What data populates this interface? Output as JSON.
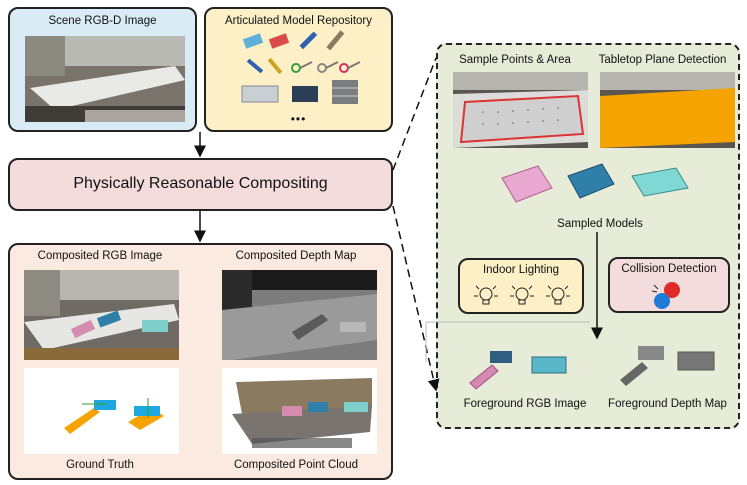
{
  "colors": {
    "scene_panel": "#d9ecf5",
    "repo_panel": "#fdf0c7",
    "compositing_box": "#f5dcdc",
    "output_panel": "#fbeadf",
    "detail_panel": "#e6ecd8",
    "lighting_box": "#fdf0c7",
    "collision_box": "#f5dcdc",
    "plane_orange": "#f5a300"
  },
  "scene": {
    "title": "Scene RGB-D Image"
  },
  "repository": {
    "title": "Articulated Model Repository",
    "ellipsis": "•••"
  },
  "compositing": {
    "title": "Physically Reasonable Compositing"
  },
  "outputs": {
    "rgb": "Composited  RGB Image",
    "depth": "Composited  Depth Map",
    "gt": "Ground Truth",
    "pointcloud": "Composited  Point Cloud"
  },
  "detail": {
    "sample_points": "Sample Points & Area",
    "plane_detection": "Tabletop Plane Detection",
    "sampled_models": "Sampled Models",
    "lighting": "Indoor Lighting",
    "collision": "Collision Detection",
    "fg_rgb": "Foreground   RGB Image",
    "fg_depth": "Foreground   Depth Map"
  },
  "icons": {
    "bulb": "light-bulb-icon",
    "collision": "colliding-balls-icon"
  }
}
